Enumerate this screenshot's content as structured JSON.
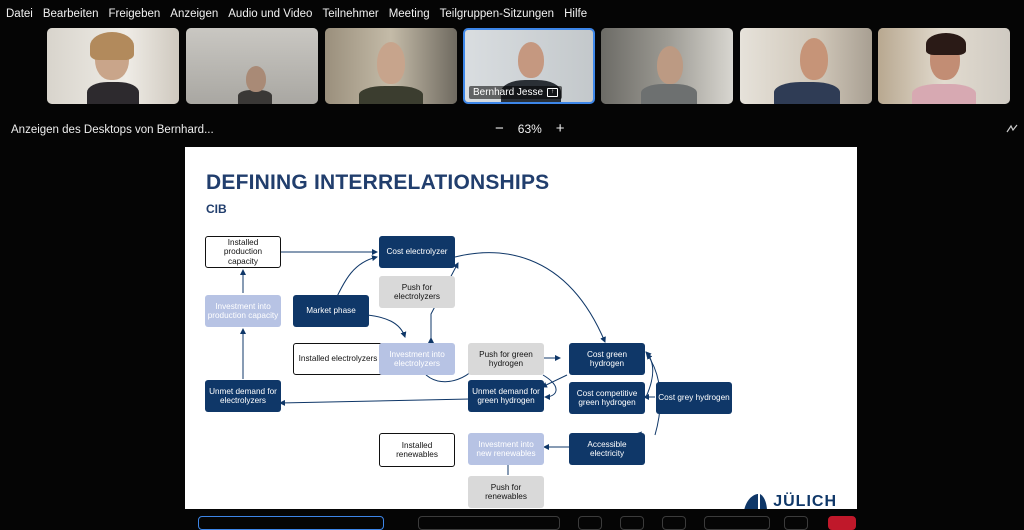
{
  "menu": [
    "Datei",
    "Bearbeiten",
    "Freigeben",
    "Anzeigen",
    "Audio und Video",
    "Teilnehmer",
    "Meeting",
    "Teilgruppen-Sitzungen",
    "Hilfe"
  ],
  "participants": {
    "active_name": "Bernhard Jesse"
  },
  "share": {
    "title": "Anzeigen des Desktops von Bernhard...",
    "zoom_minus": "−",
    "zoom_level": "63%",
    "zoom_plus": "+"
  },
  "slide": {
    "title": "DEFINING INTERRELATIONSHIPS",
    "subtitle": "CIB",
    "logo_text": "JÜLICH",
    "nodes": {
      "installed_capacity": "Installed production capacity",
      "cost_electrolyzer": "Cost electrolyzer",
      "push_electrolyzers": "Push for electrolyzers",
      "investment_production": "Investment into production capacity",
      "market_phase": "Market phase",
      "installed_electrolyzers": "Installed electrolyzers",
      "investment_electrolyzers": "Investment into electrolyzers",
      "push_green_h2": "Push for green hydrogen",
      "cost_green_h2": "Cost green hydrogen",
      "unmet_demand_electrolyzers": "Unmet demand for electrolyzers",
      "unmet_demand_green_h2": "Unmet demand for green hydrogen",
      "cost_competitive": "Cost competitive green hydrogen",
      "cost_grey": "Cost grey hydrogen",
      "installed_renewables": "Installed renewables",
      "investment_renewables": "Investment into new renewables",
      "accessible_electricity": "Accessible electricity",
      "push_renewables": "Push for renewables"
    }
  },
  "colors": {
    "node_dark": "#0f3768",
    "node_light": "#b7c3e4",
    "title": "#213e6d",
    "active_border": "#3d86e8"
  }
}
